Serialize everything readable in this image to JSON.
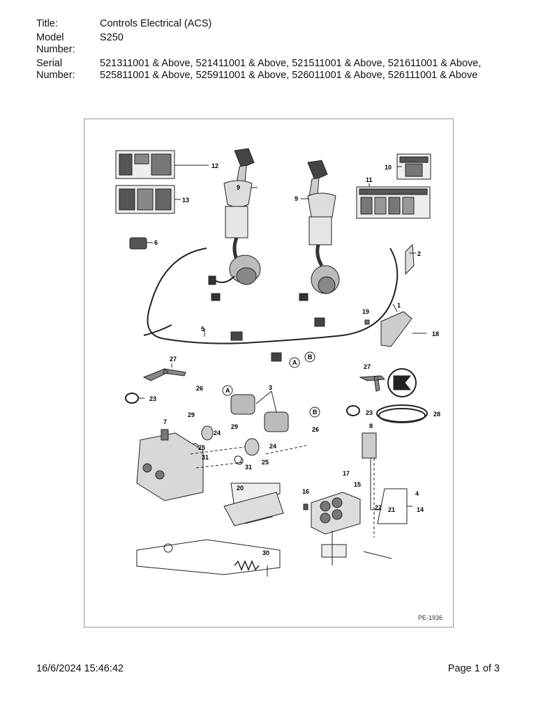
{
  "header": {
    "title_label": "Title:",
    "title_value": "Controls Electrical (ACS)",
    "model_label": "Model Number:",
    "model_value": "S250",
    "serial_label": "Serial Number:",
    "serial_value": "521311001 & Above, 521411001 & Above, 521511001 & Above, 521611001 & Above, 525811001 & Above, 525911001 & Above, 526011001 & Above, 526111001 & Above"
  },
  "diagram": {
    "reference": "PE-1936",
    "callouts": [
      "1",
      "2",
      "3",
      "4",
      "5",
      "6",
      "7",
      "8",
      "9",
      "9",
      "10",
      "11",
      "12",
      "13",
      "14",
      "15",
      "16",
      "17",
      "18",
      "19",
      "20",
      "21",
      "22",
      "23",
      "23",
      "24",
      "24",
      "25",
      "25",
      "26",
      "26",
      "27",
      "27",
      "28",
      "29",
      "29",
      "30",
      "31",
      "31"
    ],
    "connector_labels": [
      "A",
      "B",
      "A",
      "B"
    ]
  },
  "footer": {
    "timestamp": "16/6/2024 15:46:42",
    "page": "Page 1 of 3"
  }
}
